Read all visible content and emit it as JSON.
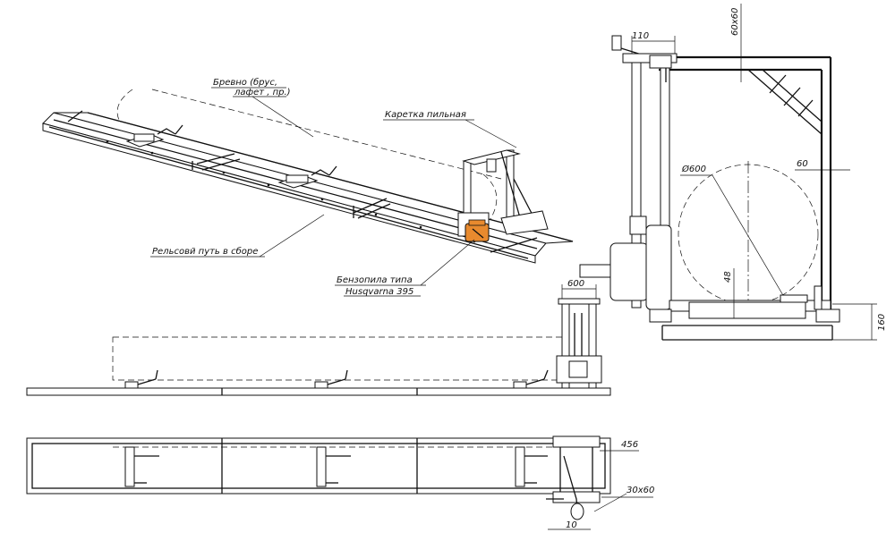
{
  "labels": {
    "log": "Бревно (брус,",
    "log_line2": "лафет , пр.)",
    "carriage": "Каретка пильная",
    "rail": "Рельсовй путь в сборе",
    "saw": "Бензопила типа",
    "saw_line2": "Husqvarna 395"
  },
  "dimensions": {
    "d110": "110",
    "d60x60": "60x60",
    "diameter": "Ø600",
    "d60": "60",
    "d48": "48",
    "d160": "160",
    "d600": "600",
    "d456": "456",
    "d30x60": "30x60",
    "d10": "10"
  },
  "colors": {
    "line": "#111111",
    "saw_body": "#e88a2e"
  }
}
